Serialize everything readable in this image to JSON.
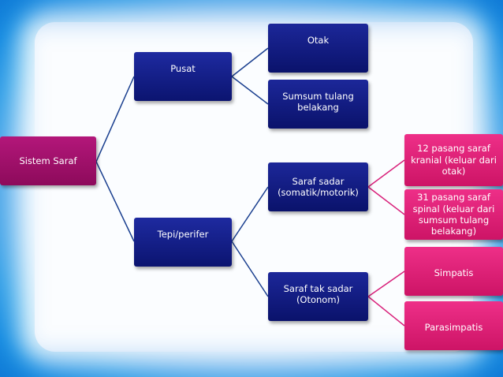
{
  "diagram": {
    "root": "Sistem Saraf",
    "pusat": {
      "label": "Pusat",
      "children": [
        "Otak",
        "Sumsum tulang belakang"
      ]
    },
    "tepi": {
      "label": "Tepi/perifer",
      "sadar": {
        "label": "Saraf sadar (somatik/motorik)",
        "children": [
          "12 pasang saraf kranial (keluar dari otak)",
          "31 pasang saraf spinal (keluar dari sumsum tulang belakang)"
        ]
      },
      "taksadar": {
        "label": "Saraf tak sadar (Otonom)",
        "children": [
          "Simpatis",
          "Parasimpatis"
        ]
      }
    }
  },
  "colors": {
    "root": "#8d0a5b",
    "level_blue": "#0b1470",
    "leaf_pink": "#e0207a",
    "line_blue": "#1a3f8f",
    "line_pink": "#d8207a"
  }
}
